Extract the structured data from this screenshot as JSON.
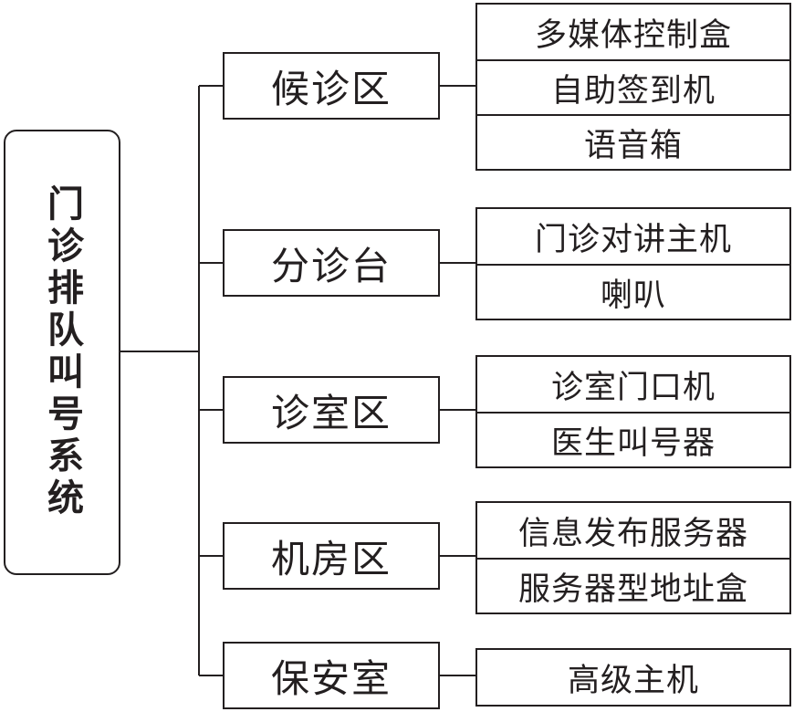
{
  "root": {
    "title": "门诊排队叫号系统"
  },
  "areas": [
    {
      "name": "候诊区",
      "devices": [
        "多媒体控制盒",
        "自助签到机",
        "语音箱"
      ]
    },
    {
      "name": "分诊台",
      "devices": [
        "门诊对讲主机",
        "喇叭"
      ]
    },
    {
      "name": "诊室区",
      "devices": [
        "诊室门口机",
        "医生叫号器"
      ]
    },
    {
      "name": "机房区",
      "devices": [
        "信息发布服务器",
        "服务器型地址盒"
      ]
    },
    {
      "name": "保安室",
      "devices": [
        "高级主机"
      ]
    }
  ],
  "colors": {
    "line": "#231f20",
    "background": "#ffffff"
  }
}
